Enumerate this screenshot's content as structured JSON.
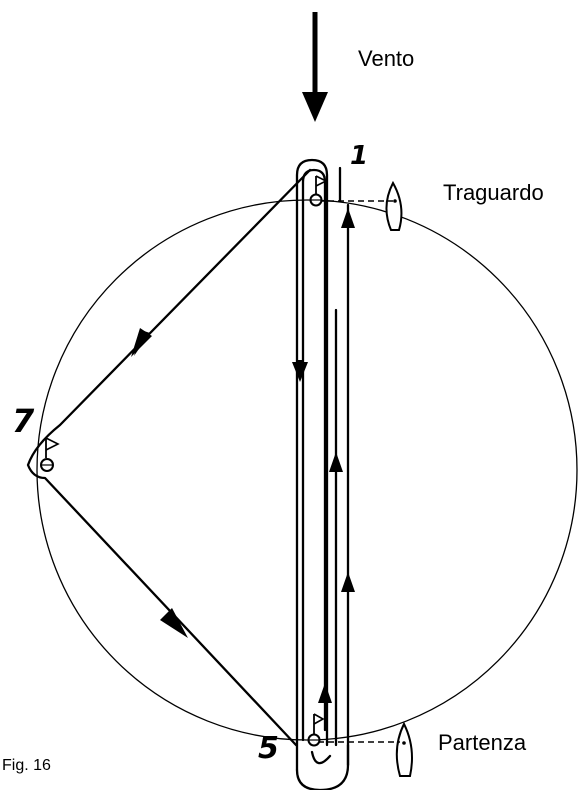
{
  "labels": {
    "wind": "Vento",
    "finish": "Traguardo",
    "start": "Partenza",
    "caption": "Fig. 16"
  },
  "marks": {
    "mark_1": "1",
    "mark_5": "5",
    "mark_7": "7"
  },
  "colors": {
    "ink": "#000000",
    "paper": "#ffffff"
  },
  "icons": {
    "wind_arrow": "down-arrow-icon",
    "flag": "flag-icon",
    "committee_boat": "boat-icon"
  }
}
